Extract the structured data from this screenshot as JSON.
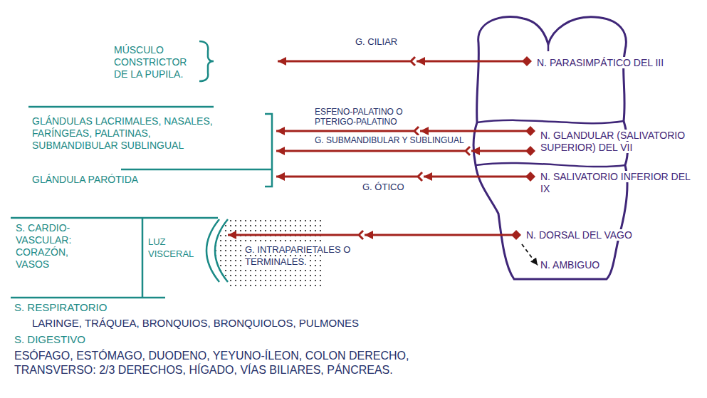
{
  "diagram": {
    "nodes": [
      {
        "text": [
          "MÚSCULO CONSTRICTOR DE LA PUPILA."
        ]
      },
      {
        "text": [
          "G. CILIAR"
        ]
      },
      {
        "text": [
          "N. PARASIMPÁTICO DEL III"
        ]
      },
      {
        "text": [
          "GLÁNDULAS LACRIMALES, NASALES, FARÍNGEAS, PALATINAS, SUBMANDIBULAR SUBLINGUAL"
        ]
      },
      {
        "text": [
          "GLÁNDULA PARÓTIDA"
        ]
      },
      {
        "text": [
          "ESFENO-PALATINO O PTERIGO-PALATINO"
        ]
      },
      {
        "text": [
          "G. SUBMANDIBULAR Y SUBLINGUAL"
        ]
      },
      {
        "text": [
          "N. GLANDULAR (SALIVATORIO SUPERIOR) DEL VII"
        ]
      },
      {
        "text": [
          "G. ÓTICO"
        ]
      },
      {
        "text": [
          "N. SALIVATORIO INFERIOR DEL IX"
        ]
      },
      {
        "text": [
          "S. CARDIO-VASCULAR: CORAZÓN, VASOS"
        ]
      },
      {
        "text": [
          "LUZ VISCERAL"
        ]
      },
      {
        "text": [
          "G. INTRAPARIETALES O TERMINALES."
        ]
      },
      {
        "text": [
          "N. DORSAL DEL VAGO"
        ]
      },
      {
        "text": [
          "N. AMBIGUO"
        ]
      }
    ],
    "edges": [
      {
        "from": 2,
        "to": 1,
        "arrow": "to"
      },
      {
        "from": 1,
        "to": 0,
        "arrow": "to"
      },
      {
        "from": 7,
        "to": 5,
        "arrow": "to"
      },
      {
        "from": 5,
        "to": 3,
        "arrow": "to"
      },
      {
        "from": 7,
        "to": 6,
        "arrow": "to"
      },
      {
        "from": 6,
        "to": 3,
        "arrow": "to"
      },
      {
        "from": 9,
        "to": 8,
        "arrow": "to"
      },
      {
        "from": 8,
        "to": 4,
        "arrow": "to"
      },
      {
        "from": 13,
        "to": 12,
        "arrow": "to"
      },
      {
        "from": 12,
        "to": 11,
        "arrow": "to"
      },
      {
        "from": 13,
        "to": 14,
        "arrow": "to"
      }
    ],
    "labels": [
      "S. RESPIRATORIO",
      "LARINGE, TRÁQUEA, BRONQUIOS, BRONQUIOLOS, PULMONES",
      "S. DIGESTIVO",
      "ESÓFAGO, ESTÓMAGO, DUODENO, YEYUNO-ÍLEON, COLON DERECHO, TRANSVERSO: 2/3 DERECHOS, HÍGADO, VÍAS BILIARES, PÁNCREAS."
    ]
  }
}
